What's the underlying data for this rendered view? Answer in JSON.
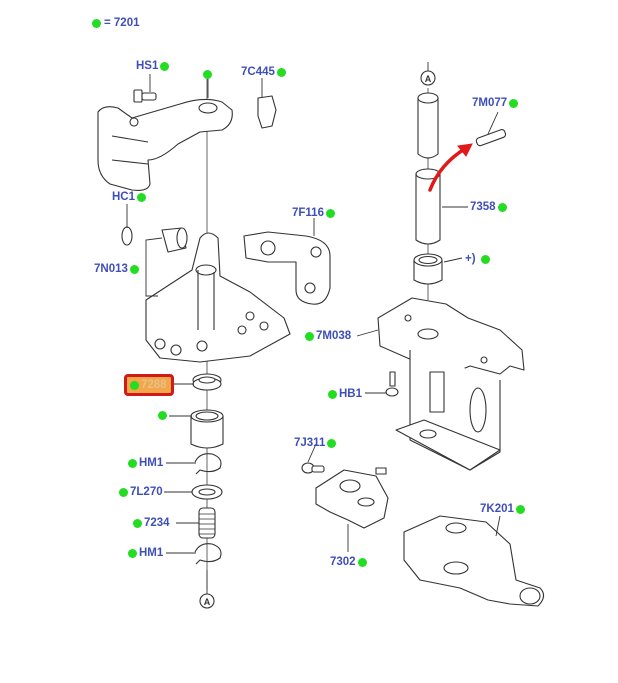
{
  "legend": {
    "marker_color": "#22dd22",
    "text": "= 7201"
  },
  "label_color": "#3f4fb8",
  "highlight": {
    "label": "7288",
    "border_color": "#d11a1a",
    "fill_color": "#f3a64a"
  },
  "callouts": {
    "hs1": "HS1",
    "c7c445": "7C445",
    "hc1": "HC1",
    "c7f116": "7F116",
    "c7n013": "7N013",
    "c7m038": "7M038",
    "hb1": "HB1",
    "c7j311": "7J311",
    "hm1_upper": "HM1",
    "c7l270": "7L270",
    "c7234": "7234",
    "hm1_lower": "HM1",
    "c7302": "7302",
    "c7k201": "7K201",
    "c7m077": "7M077",
    "c7358": "7358",
    "plus_ref": "+)"
  },
  "connectors": {
    "upper": "A",
    "lower": "A"
  },
  "arrow_color": "#e0191b"
}
